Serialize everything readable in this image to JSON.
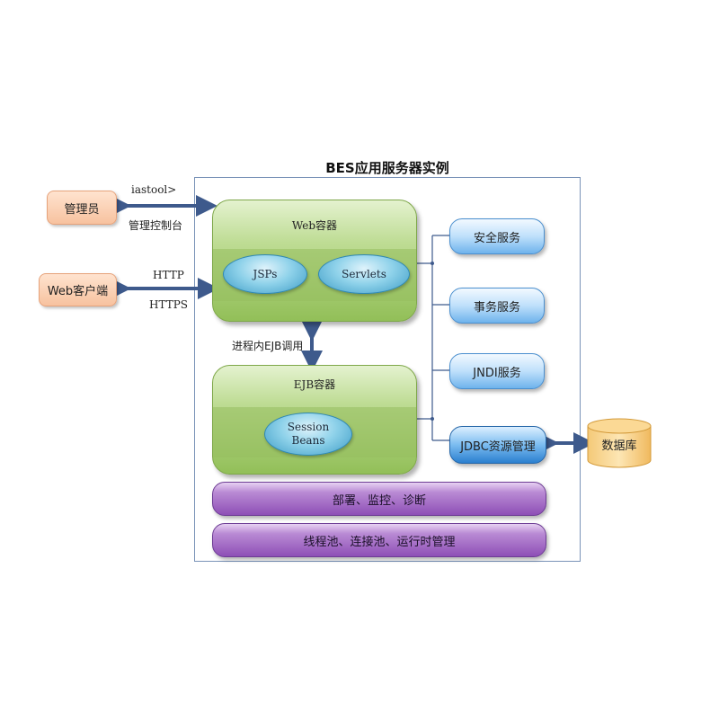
{
  "title": "BES应用服务器实例",
  "external": {
    "admin": "管理员",
    "web_client": "Web客户端",
    "iastool": "iastool>",
    "admin_console": "管理控制台",
    "http": "HTTP",
    "https": "HTTPS"
  },
  "web_container": {
    "label": "Web容器",
    "jsps": "JSPs",
    "servlets": "Servlets"
  },
  "ejb_call": "进程内EJB调用",
  "ejb_container": {
    "label": "EJB容器",
    "session_beans_line1": "Session",
    "session_beans_line2": "Beans"
  },
  "services": [
    "安全服务",
    "事务服务",
    "JNDI服务",
    "JDBC资源管理"
  ],
  "database": "数据库",
  "bars": [
    "部署、监控、诊断",
    "线程池、连接池、运行时管理"
  ],
  "colors": {
    "arrow": "#3e5a8c",
    "frame": "#7a93b8",
    "connector": "#3e5a8c"
  }
}
